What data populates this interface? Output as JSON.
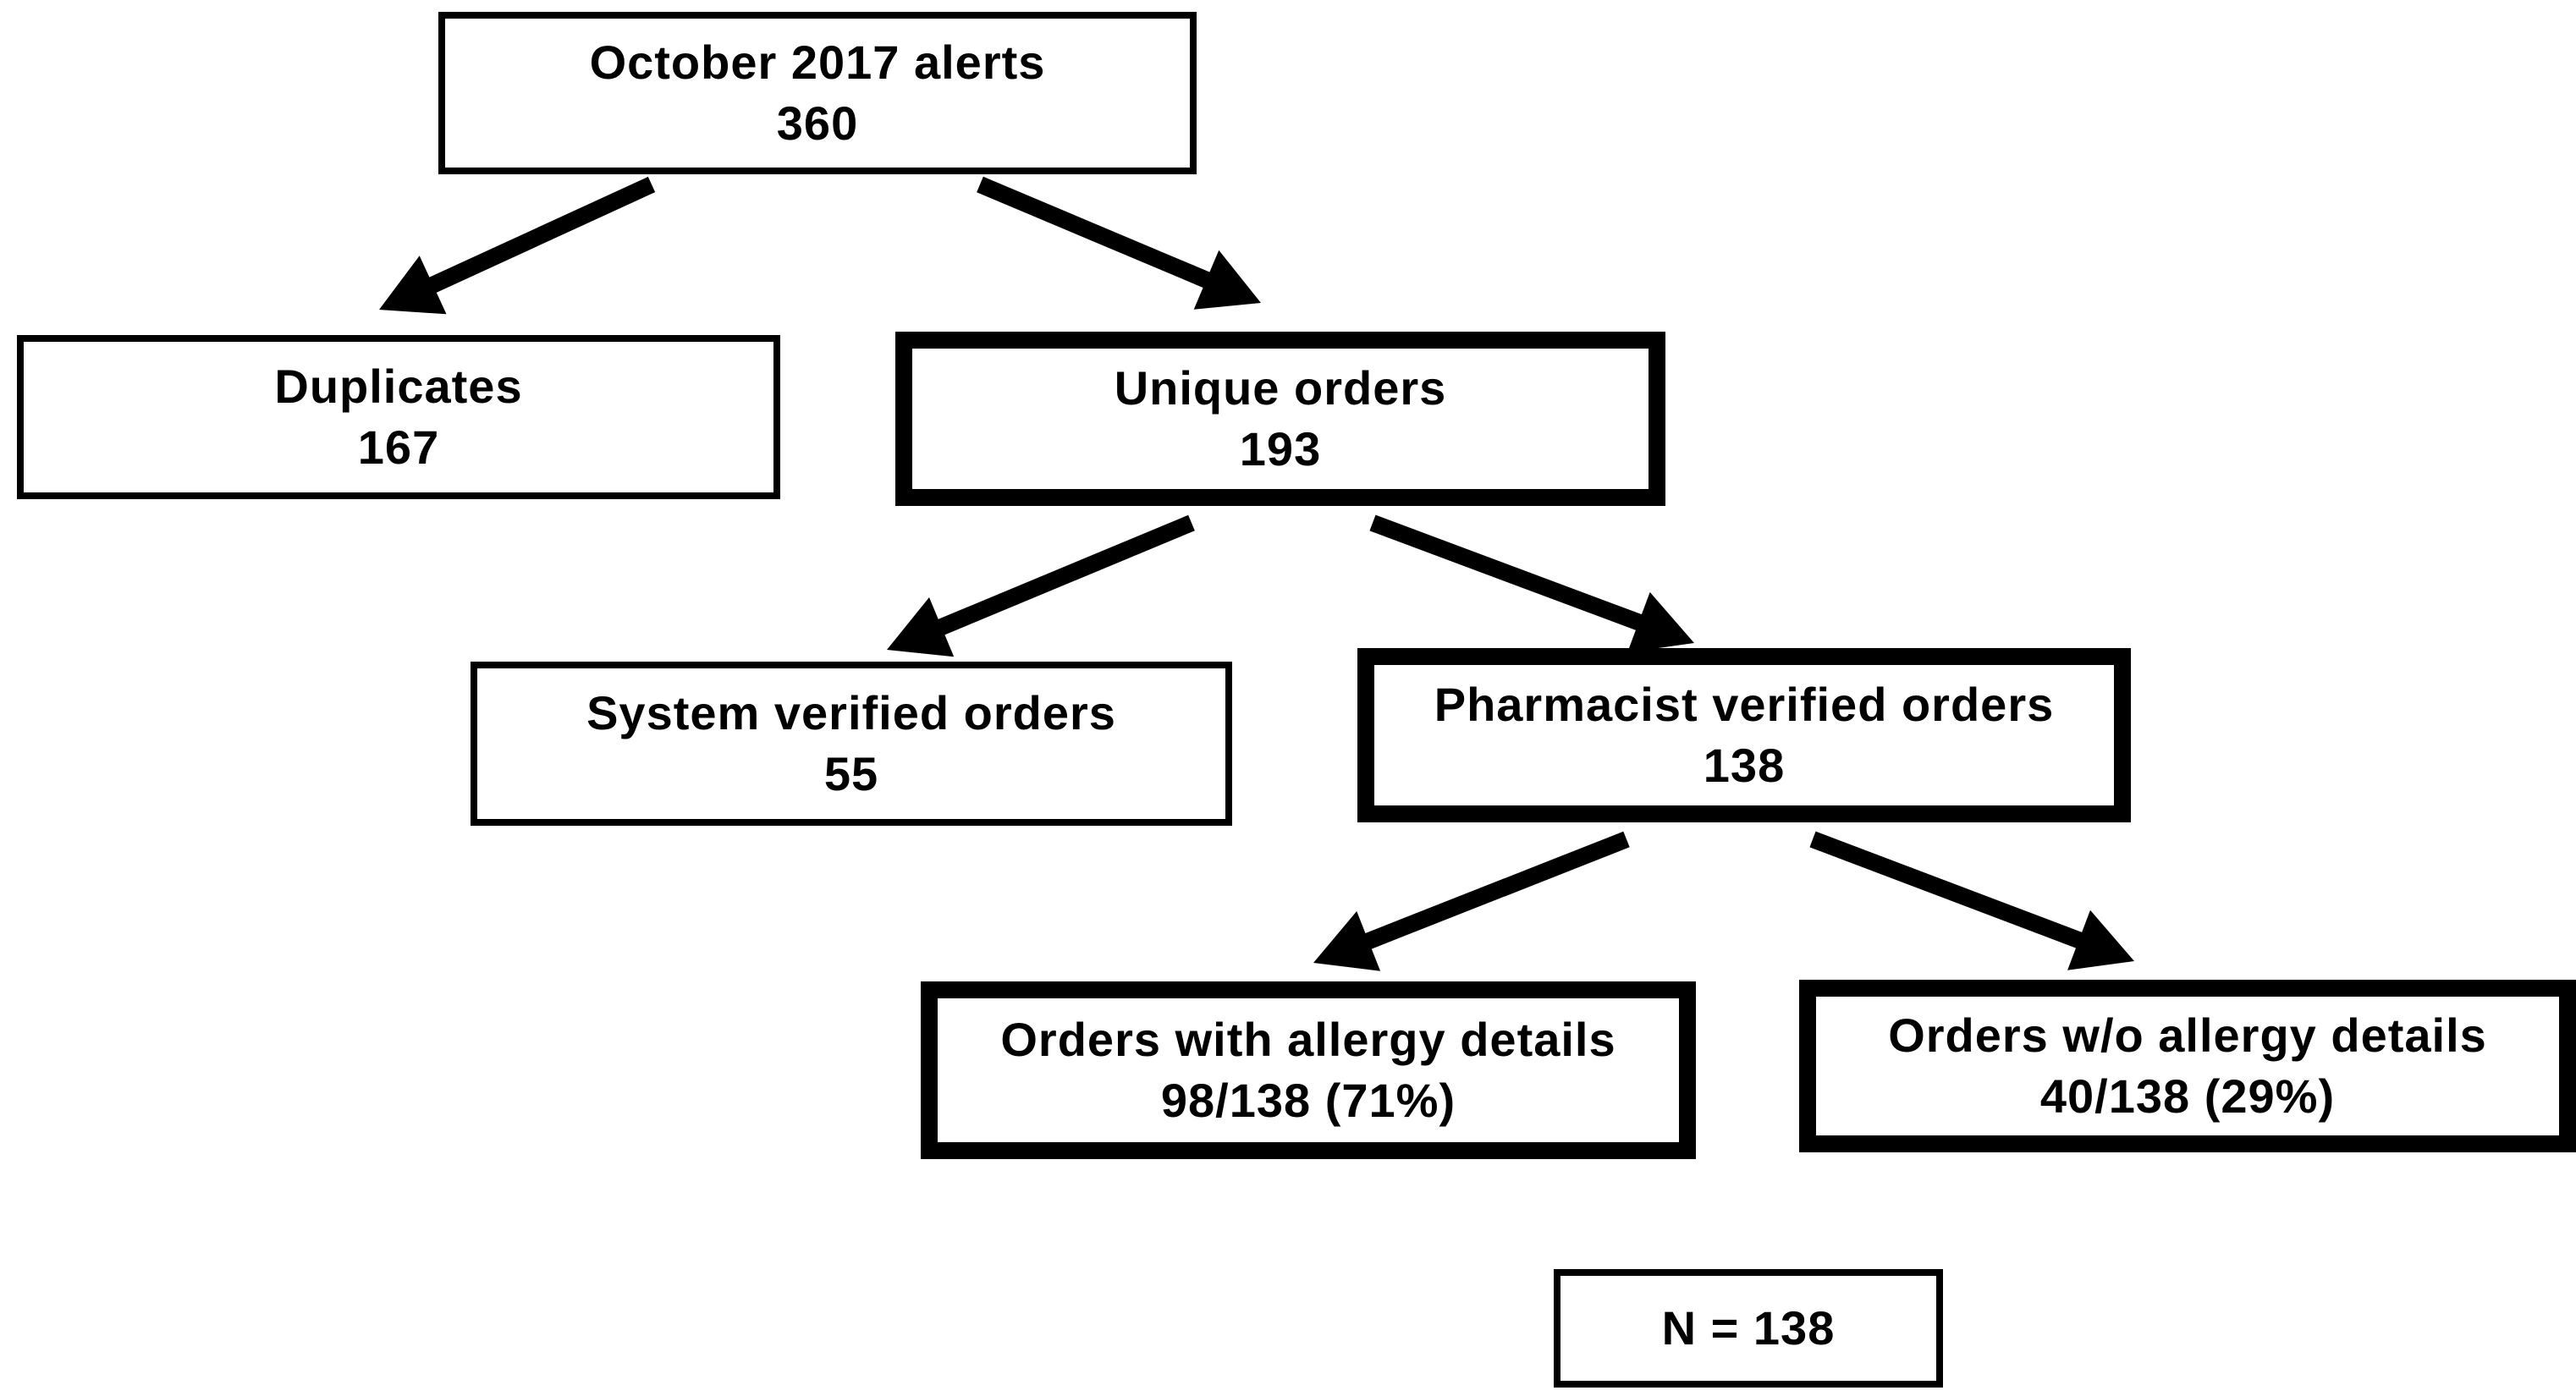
{
  "diagram": {
    "nodes": [
      {
        "id": "alerts",
        "title": "October 2017 alerts",
        "value": "360",
        "emphasis": "normal"
      },
      {
        "id": "duplicates",
        "title": "Duplicates",
        "value": "167",
        "emphasis": "normal"
      },
      {
        "id": "unique",
        "title": "Unique orders",
        "value": "193",
        "emphasis": "bold"
      },
      {
        "id": "system",
        "title": "System verified orders",
        "value": "55",
        "emphasis": "normal"
      },
      {
        "id": "pharmacist",
        "title": "Pharmacist verified orders",
        "value": "138",
        "emphasis": "bold"
      },
      {
        "id": "with_allergy",
        "title": "Orders with allergy details",
        "value": "98/138 (71%)",
        "emphasis": "bold"
      },
      {
        "id": "without_allergy",
        "title": "Orders w/o allergy details",
        "value": "40/138 (29%)",
        "emphasis": "bold"
      },
      {
        "id": "n_total",
        "title": "N = 138",
        "value": "",
        "emphasis": "normal"
      }
    ],
    "edges": [
      {
        "from": "alerts",
        "to": "duplicates"
      },
      {
        "from": "alerts",
        "to": "unique"
      },
      {
        "from": "unique",
        "to": "system"
      },
      {
        "from": "unique",
        "to": "pharmacist"
      },
      {
        "from": "pharmacist",
        "to": "with_allergy"
      },
      {
        "from": "pharmacist",
        "to": "without_allergy"
      }
    ],
    "colors": {
      "stroke": "#000000",
      "fill": "#ffffff",
      "text": "#000000"
    }
  }
}
